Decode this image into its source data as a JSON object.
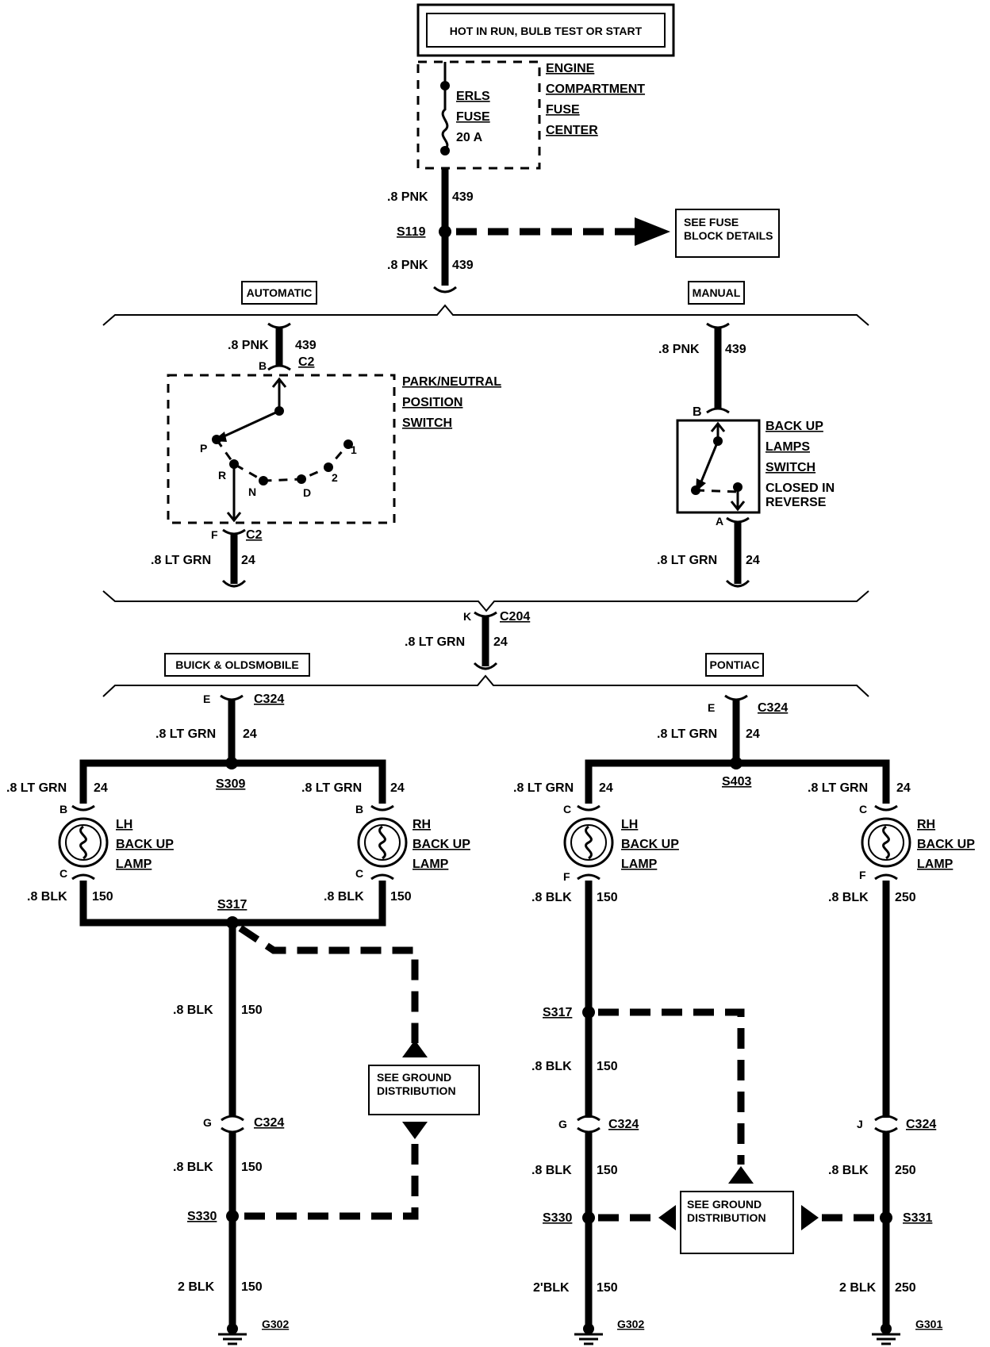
{
  "power": {
    "header": "HOT IN RUN, BULB TEST OR START",
    "fuse_name": "ERLS",
    "fuse_word": "FUSE",
    "fuse_amps": "20 A",
    "center_label": [
      "ENGINE",
      "COMPARTMENT",
      "FUSE",
      "CENTER"
    ],
    "see_fuse": [
      "SEE FUSE",
      "BLOCK DETAILS"
    ]
  },
  "wires": {
    "pnk": ".8 PNK",
    "pnk_circuit": "439",
    "lt_grn": ".8 LT GRN",
    "lt_grn_circuit": "24",
    "blk": ".8 BLK",
    "blk_2": "2 BLK",
    "blk_2_prime": "2'BLK",
    "circuit_150": "150",
    "circuit_250": "250"
  },
  "splices": {
    "s119": "S119",
    "s309": "S309",
    "s403": "S403",
    "s317": "S317",
    "s330": "S330",
    "s331": "S331"
  },
  "connectors": {
    "c2": "C2",
    "c204": "C204",
    "c324": "C324"
  },
  "pins": {
    "a": "A",
    "b": "B",
    "c": "C",
    "e": "E",
    "f": "F",
    "g": "G",
    "j": "J",
    "k": "K"
  },
  "variants": {
    "automatic": "AUTOMATIC",
    "manual": "MANUAL",
    "buick_olds": "BUICK & OLDSMOBILE",
    "pontiac": "PONTIAC"
  },
  "park_switch": {
    "label": [
      "PARK/NEUTRAL",
      "POSITION",
      "SWITCH"
    ],
    "positions": [
      "P",
      "R",
      "N",
      "D",
      "2",
      "1"
    ]
  },
  "backup_switch": {
    "label": [
      "BACK UP",
      "LAMPS",
      "SWITCH"
    ],
    "note": [
      "CLOSED IN",
      "REVERSE"
    ]
  },
  "lamps": {
    "lh": [
      "LH",
      "BACK UP",
      "LAMP"
    ],
    "rh": [
      "RH",
      "BACK UP",
      "LAMP"
    ]
  },
  "ground": {
    "see_ground": [
      "SEE GROUND",
      "DISTRIBUTION"
    ],
    "g301": "G301",
    "g302": "G302"
  }
}
